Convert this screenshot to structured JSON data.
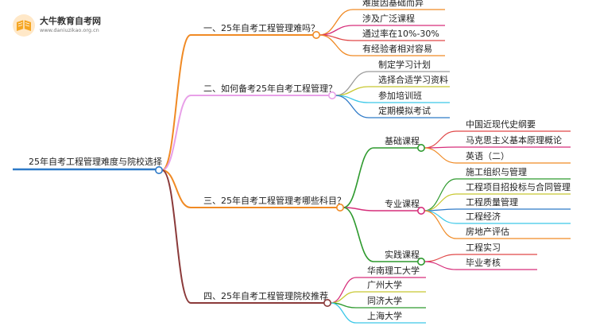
{
  "logo": {
    "title": "大牛教育自考网",
    "url": "www.daniuzikao.org.cn"
  },
  "root": "25年自考工程管理难度与院校选择",
  "branches": [
    {
      "label": "一、25年自考工程管理难吗？",
      "color": "#F08A24",
      "leaves": [
        {
          "text": "难度因基础而异",
          "color": "#F08A24"
        },
        {
          "text": "涉及广泛课程",
          "color": "#D62E7A"
        },
        {
          "text": "通过率在10%-30%",
          "color": "#E04848"
        },
        {
          "text": "有经验者相对容易",
          "color": "#F08A24"
        }
      ]
    },
    {
      "label": "二、如何备考25年自考工程管理？",
      "color": "#E8A0E8",
      "leaves": [
        {
          "text": "制定学习计划",
          "color": "#9A9A9A"
        },
        {
          "text": "选择合适学习资料",
          "color": "#C8C830"
        },
        {
          "text": "参加培训班",
          "color": "#3CC8E8"
        },
        {
          "text": "定期模拟考试",
          "color": "#2E7AC8"
        }
      ]
    },
    {
      "label": "三、25年自考工程管理考哪些科目？",
      "color": "#F08A24",
      "subgroups": [
        {
          "label": "基础课程",
          "color": "#2E9A2E",
          "leaves": [
            {
              "text": "中国近现代史纲要",
              "color": "#E04848"
            },
            {
              "text": "马克思主义基本原理概论",
              "color": "#D62E7A"
            },
            {
              "text": "英语（二）",
              "color": "#F08A24"
            }
          ]
        },
        {
          "label": "专业课程",
          "color": "#D62E7A",
          "leaves": [
            {
              "text": "施工组织与管理",
              "color": "#2E9A2E"
            },
            {
              "text": "工程项目招投标与合同管理",
              "color": "#C8C830"
            },
            {
              "text": "工程质量管理",
              "color": "#2E7AC8"
            },
            {
              "text": "工程经济",
              "color": "#3CC8E8"
            },
            {
              "text": "房地产评估",
              "color": "#F08A24"
            }
          ]
        },
        {
          "label": "实践课程",
          "color": "#2E9A2E",
          "leaves": [
            {
              "text": "工程实习",
              "color": "#E04848"
            },
            {
              "text": "毕业考核",
              "color": "#D62E7A"
            }
          ]
        }
      ]
    },
    {
      "label": "四、25年自考工程管理院校推荐",
      "color": "#8B3A3A",
      "leaves": [
        {
          "text": "华南理工大学",
          "color": "#D62E7A"
        },
        {
          "text": "广州大学",
          "color": "#C8C830"
        },
        {
          "text": "同济大学",
          "color": "#2E9A2E"
        },
        {
          "text": "上海大学",
          "color": "#3CC8E8"
        }
      ]
    }
  ]
}
